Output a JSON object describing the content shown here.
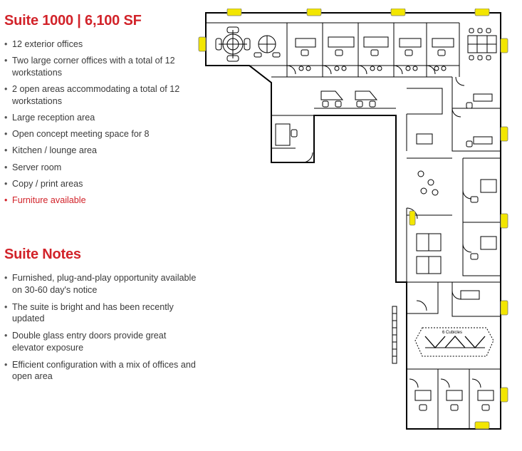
{
  "suite": {
    "title": "Suite 1000 | 6,100 SF",
    "features": [
      "12 exterior offices",
      "Two large corner offices with a total of 12 workstations",
      "2 open areas accommodating a total of 12 workstations",
      "Large reception area",
      "Open concept meeting space for 8",
      "Kitchen / lounge area",
      "Server room",
      "Copy / print areas",
      "Furniture available"
    ]
  },
  "notes": {
    "title": "Suite Notes",
    "items": [
      "Furnished, plug-and-play opportunity available on 30-60 day's notice",
      "The suite is bright and has been recently updated",
      "Double glass entry doors provide great elevator exposure",
      "Efficient configuration with a mix of offices and open area"
    ]
  },
  "plan": {
    "cubicles_label": "6 Cubicles",
    "colors": {
      "window_marker": "#f3e600",
      "accent": "#d2232a",
      "lines": "#000000"
    }
  }
}
